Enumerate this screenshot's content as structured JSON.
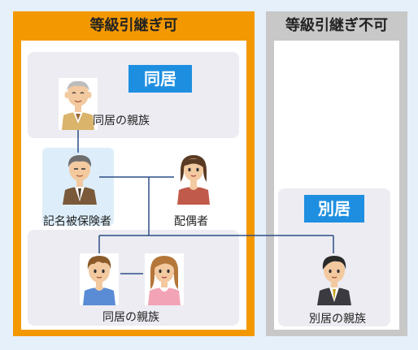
{
  "left_panel": {
    "title": "等級引継ぎ可",
    "color": "#f39800"
  },
  "right_panel": {
    "title": "等級引継ぎ不可",
    "color": "#c8c8c8"
  },
  "badges": {
    "living_together": "同居",
    "living_separately": "別居",
    "color": "#1e8fe0"
  },
  "labels": {
    "grandfather": "同居の親族",
    "insured": "記名被保険者",
    "spouse": "配偶者",
    "children": "同居の親族",
    "separate_relative": "別居の親族"
  }
}
